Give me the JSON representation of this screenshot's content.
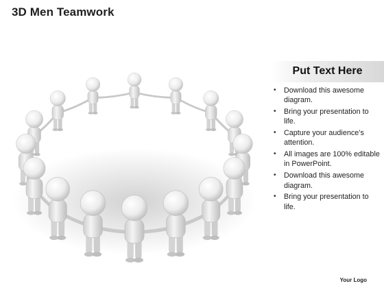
{
  "title": "3D Men Teamwork",
  "panel": {
    "heading": "Put Text Here"
  },
  "bullets": [
    "Download this awesome diagram.",
    "Bring your presentation to life.",
    "Capture your audience’s attention.",
    "All images are 100% editable in PowerPoint.",
    "Download this awesome diagram.",
    "Bring your presentation to life."
  ],
  "bullet_marker": "•",
  "footer": {
    "logo": "Your Logo"
  },
  "illustration": {
    "figure_count": 16,
    "figure_color": "#e6e6e6"
  }
}
